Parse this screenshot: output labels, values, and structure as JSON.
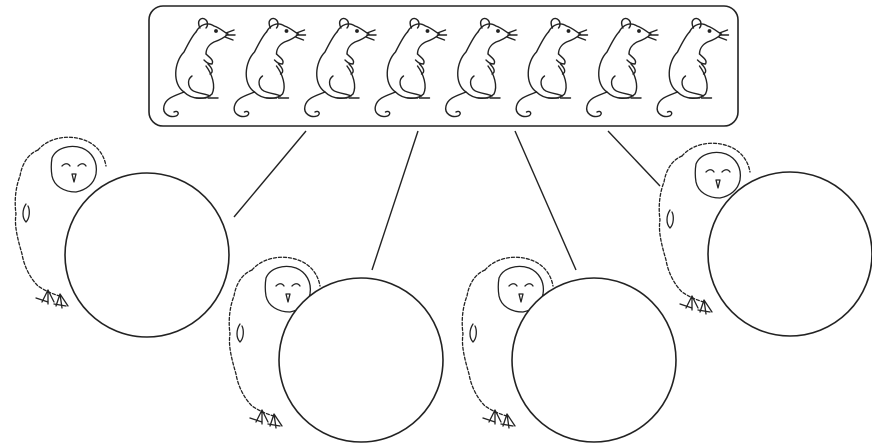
{
  "diagram": {
    "description_free": true,
    "mouse_group": {
      "count": 8,
      "icon": "mouse-icon"
    },
    "owls": [
      {
        "id": 1,
        "icon": "owl-icon",
        "circle_label": ""
      },
      {
        "id": 2,
        "icon": "owl-icon",
        "circle_label": ""
      },
      {
        "id": 3,
        "icon": "owl-icon",
        "circle_label": ""
      },
      {
        "id": 4,
        "icon": "owl-icon",
        "circle_label": ""
      }
    ],
    "colors": {
      "stroke": "#222222",
      "background": "#ffffff"
    }
  }
}
